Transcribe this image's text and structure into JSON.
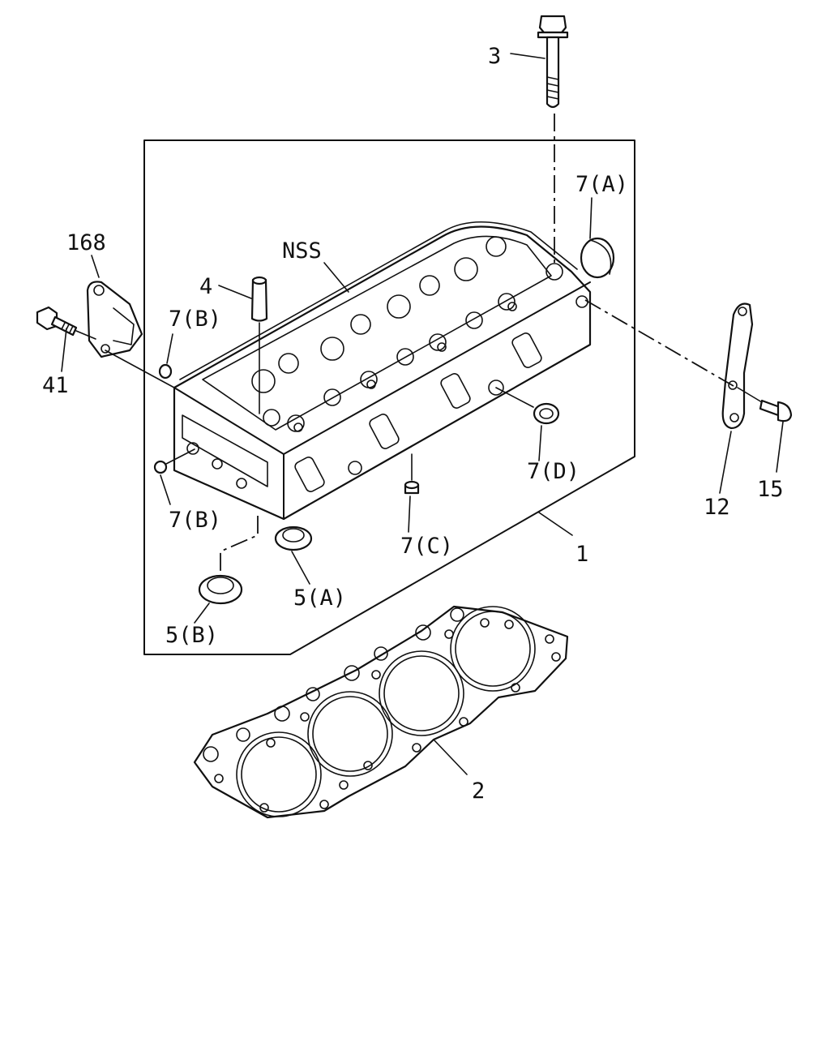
{
  "labels": {
    "bolt_3": "3",
    "cap_7a": "7(A)",
    "nss": "NSS",
    "bracket_168": "168",
    "sleeve_4": "4",
    "pin_7b_upper": "7(B)",
    "bolt_41": "41",
    "seal_7d": "7(D)",
    "plate_12": "12",
    "bolt_15": "15",
    "head_1": "1",
    "pin_7b_lower": "7(B)",
    "pin_7c": "7(C)",
    "seal_5a": "5(A)",
    "seal_5b": "5(B)",
    "gasket_2": "2"
  }
}
